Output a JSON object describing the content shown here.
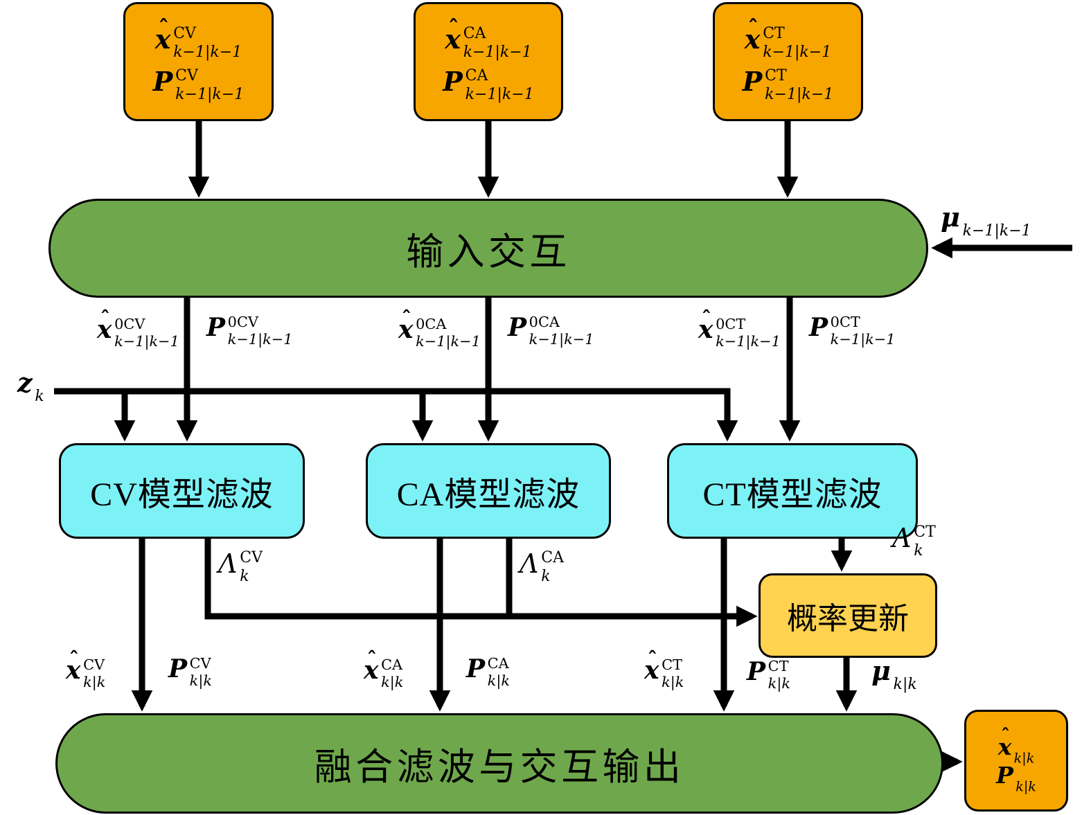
{
  "colors": {
    "prior_box_fill": "#F7A600",
    "prob_box_fill": "#FFD24F",
    "bar_fill": "#6FA84C",
    "filter_box_fill": "#7CF2F7",
    "line": "#000000",
    "border": "#000000",
    "background": "#FFFFFF"
  },
  "top_boxes": [
    {
      "state": {
        "base": "x",
        "hat": true,
        "sup": "CV",
        "sub": "k−1|k−1"
      },
      "cov": {
        "base": "P",
        "sup": "CV",
        "sub": "k−1|k−1"
      }
    },
    {
      "state": {
        "base": "x",
        "hat": true,
        "sup": "CA",
        "sub": "k−1|k−1"
      },
      "cov": {
        "base": "P",
        "sup": "CA",
        "sub": "k−1|k−1"
      }
    },
    {
      "state": {
        "base": "x",
        "hat": true,
        "sup": "CT",
        "sub": "k−1|k−1"
      },
      "cov": {
        "base": "P",
        "sup": "CT",
        "sub": "k−1|k−1"
      }
    }
  ],
  "interaction_bar": {
    "label": "输入交互"
  },
  "mu_prior": {
    "base": "μ",
    "sub": "k−1|k−1"
  },
  "mixed_labels": {
    "x_cv": {
      "base": "x",
      "hat": true,
      "sup": "0CV",
      "sub": "k−1|k−1"
    },
    "p_cv": {
      "base": "P",
      "sup": "0CV",
      "sub": "k−1|k−1"
    },
    "x_ca": {
      "base": "x",
      "hat": true,
      "sup": "0CA",
      "sub": "k−1|k−1"
    },
    "p_ca": {
      "base": "P",
      "sup": "0CA",
      "sub": "k−1|k−1"
    },
    "x_ct": {
      "base": "x",
      "hat": true,
      "sup": "0CT",
      "sub": "k−1|k−1"
    },
    "p_ct": {
      "base": "P",
      "sup": "0CT",
      "sub": "k−1|k−1"
    }
  },
  "measurement": {
    "base": "z",
    "sub": "k"
  },
  "filter_boxes": [
    {
      "label": "CV模型滤波"
    },
    {
      "label": "CA模型滤波"
    },
    {
      "label": "CT模型滤波"
    }
  ],
  "likelihoods": {
    "cv": {
      "base": "Λ",
      "bold": false,
      "sup": "CV",
      "sub": "k"
    },
    "ca": {
      "base": "Λ",
      "bold": false,
      "sup": "CA",
      "sub": "k"
    },
    "ct": {
      "base": "Λ",
      "bold": false,
      "sup": "CT",
      "sub": "k"
    }
  },
  "prob_update_box": {
    "label": "概率更新"
  },
  "posterior_labels": {
    "x_cv": {
      "base": "x",
      "hat": true,
      "sup": "CV",
      "sub": "k|k"
    },
    "p_cv": {
      "base": "P",
      "sup": "CV",
      "sub": "k|k"
    },
    "x_ca": {
      "base": "x",
      "hat": true,
      "sup": "CA",
      "sub": "k|k"
    },
    "p_ca": {
      "base": "P",
      "sup": "CA",
      "sub": "k|k"
    },
    "x_ct": {
      "base": "x",
      "hat": true,
      "sup": "CT",
      "sub": "k|k"
    },
    "p_ct": {
      "base": "P",
      "sup": "CT",
      "sub": "k|k"
    },
    "mu": {
      "base": "μ",
      "sub": "k|k"
    }
  },
  "fusion_bar": {
    "label": "融合滤波与交互输出"
  },
  "output_box": {
    "state": {
      "base": "x",
      "hat": true,
      "sub": "k|k"
    },
    "cov": {
      "base": "P",
      "sub": "k|k"
    }
  }
}
